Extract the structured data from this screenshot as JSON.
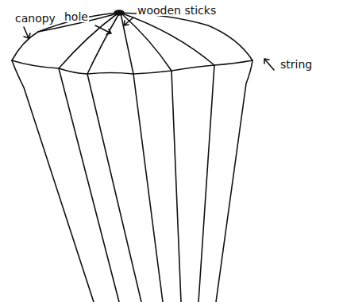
{
  "diagram": {
    "labels": [
      "canopy",
      "hole",
      "wooden sticks",
      "string"
    ]
  }
}
